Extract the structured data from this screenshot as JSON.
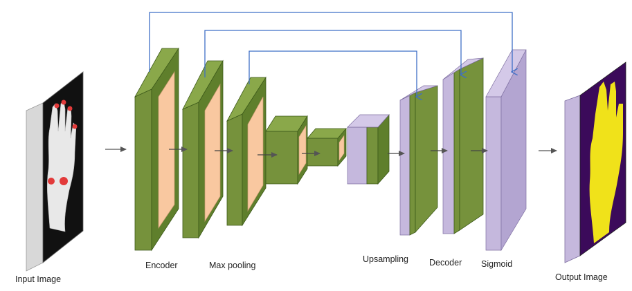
{
  "labels": {
    "input_image": "Input Image",
    "encoder": "Encoder",
    "max_pooling": "Max pooling",
    "upsampling": "Upsampling",
    "decoder": "Decoder",
    "sigmoid": "Sigmoid",
    "output_image": "Output Image"
  },
  "colors": {
    "encoder_green": "#76923c",
    "encoder_green_dark": "#5a7a2a",
    "feature_peach": "#f9c8a0",
    "decoder_lavender": "#c5b8dd",
    "decoder_lavender_dark": "#a99ac6",
    "skip_arrow": "#3f6fc6",
    "flow_arrow": "#555555",
    "input_frame": "#d4d4d4",
    "output_bg": "#3b0a5a",
    "output_mask": "#f0e21a"
  }
}
